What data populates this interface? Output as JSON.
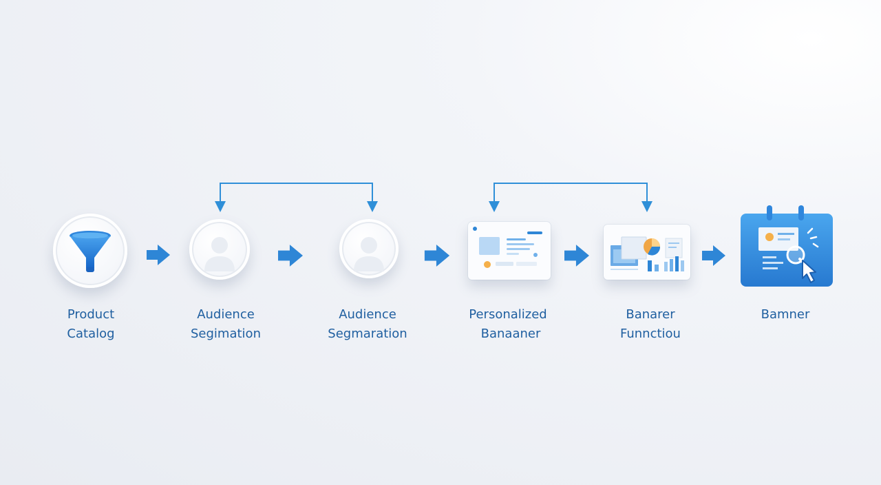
{
  "steps": [
    {
      "line1": "Product",
      "line2": "Catalog",
      "icon": "funnel-icon"
    },
    {
      "line1": "Audience",
      "line2": "Segimation",
      "icon": "user-icon"
    },
    {
      "line1": "Audience",
      "line2": "Segmaration",
      "icon": "user-icon"
    },
    {
      "line1": "Personalized",
      "line2": "Banaaner",
      "icon": "banner-mockup-icon"
    },
    {
      "line1": "Banarer",
      "line2": "Funnctiou",
      "icon": "dashboard-chart-icon"
    },
    {
      "line1": "Bamner",
      "line2": "",
      "icon": "calendar-cursor-icon"
    }
  ],
  "colors": {
    "accent": "#2e86d6",
    "label": "#1f5fa0",
    "line": "#2f8fd8"
  }
}
